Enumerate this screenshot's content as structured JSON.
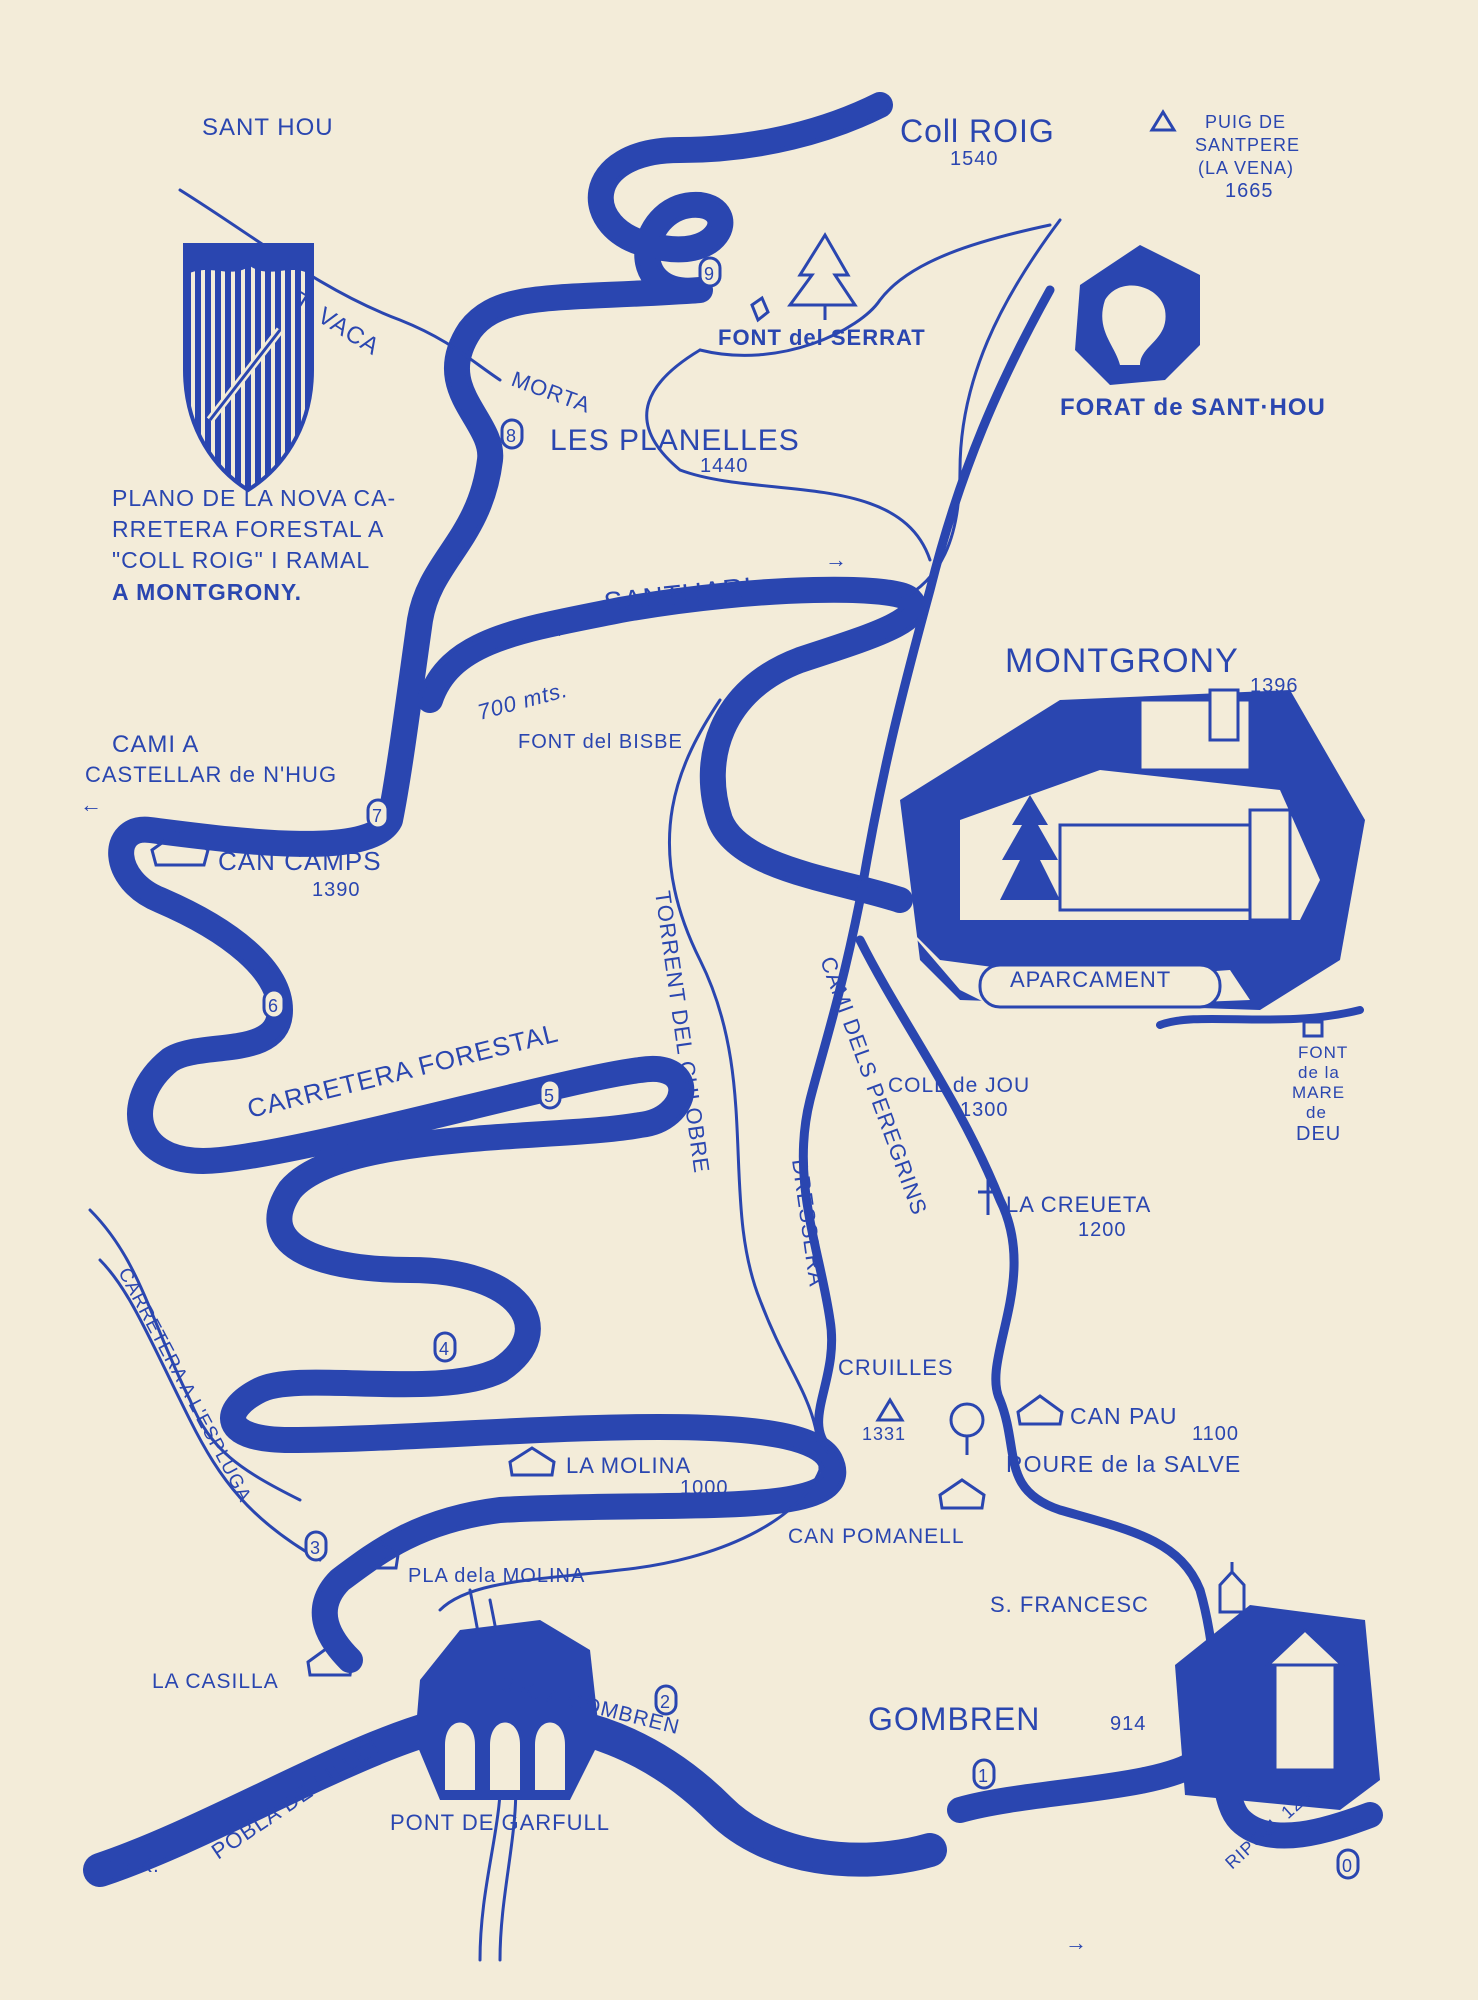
{
  "colors": {
    "paper": "#f3ecd9",
    "ink": "#2a46b0"
  },
  "title_lines": [
    "PLANO DE LA NOVA CA-",
    "RRETERA FORESTAL A",
    "\"COLL ROIG\" I RAMAL",
    "A MONTGRONY."
  ],
  "places": {
    "sant_hou": "SANT HOU",
    "coll_roig": "Coll ROIG",
    "coll_roig_alt": "1540",
    "puig_line1": "PUIG DE",
    "puig_line2": "SANTPERE",
    "puig_line3": "(LA VENA)",
    "puig_alt": "1665",
    "font_serrat": "FONT del SERRAT",
    "forat": "FORAT de SANT·HOU",
    "t_vaca": "T. VACA",
    "morta": "MORTA",
    "planelles": "LES PLANELLES",
    "planelles_alt": "1440",
    "santuari": "SANTUARI",
    "montgrony": "MONTGRONY",
    "montgrony_alt": "1396",
    "aparcament": "APARCAMENT",
    "mts": "700 mts.",
    "font_bisbe": "FONT del BISBE",
    "cami_castellar_1": "CAMI A",
    "cami_castellar_2": "CASTELLAR de N'HUG",
    "can_camps": "CAN CAMPS",
    "can_camps_alt": "1390",
    "torrent": "TORRENT DEL CULOBRE",
    "cami_peregrins": "CAMI DELS PEREGRINS",
    "dressera": "DRESSERA",
    "font_mare_1": "FONT",
    "font_mare_2": "de la",
    "font_mare_3": "MARE",
    "font_mare_4": "de",
    "font_mare_5": "DEU",
    "coll_jou": "COLL de JOU",
    "coll_jou_alt": "1300",
    "carretera_forestal": "CARRETERA FORESTAL",
    "creueta": "LA CREUETA",
    "creueta_alt": "1200",
    "carretera_espluga": "CARRETERA A L'ESPLUGA",
    "cruilles": "CRUILLES",
    "cruilles_alt": "1331",
    "can_pau": "CAN PAU",
    "can_pau_alt": "1100",
    "roure": "ROURE de la SALVE",
    "la_molina": "LA MOLINA",
    "la_molina_alt": "1000",
    "can_pomanell": "CAN POMANELL",
    "pla_molina": "PLA dela MOLINA",
    "s_francesc": "S. FRANCESC",
    "la_casilla": "LA CASILLA",
    "a_gombren": "3 K. A GOMBREN",
    "gombren": "GOMBREN",
    "gombren_alt": "914",
    "pobla": "POBLA DE LILLET",
    "km15": "15 K.",
    "pont": "PONT DE GARFULL",
    "ripoll": "RIPOLL 12 K"
  },
  "milestones": [
    "9",
    "8",
    "7",
    "6",
    "5",
    "4",
    "3",
    "2",
    "1",
    "0"
  ]
}
